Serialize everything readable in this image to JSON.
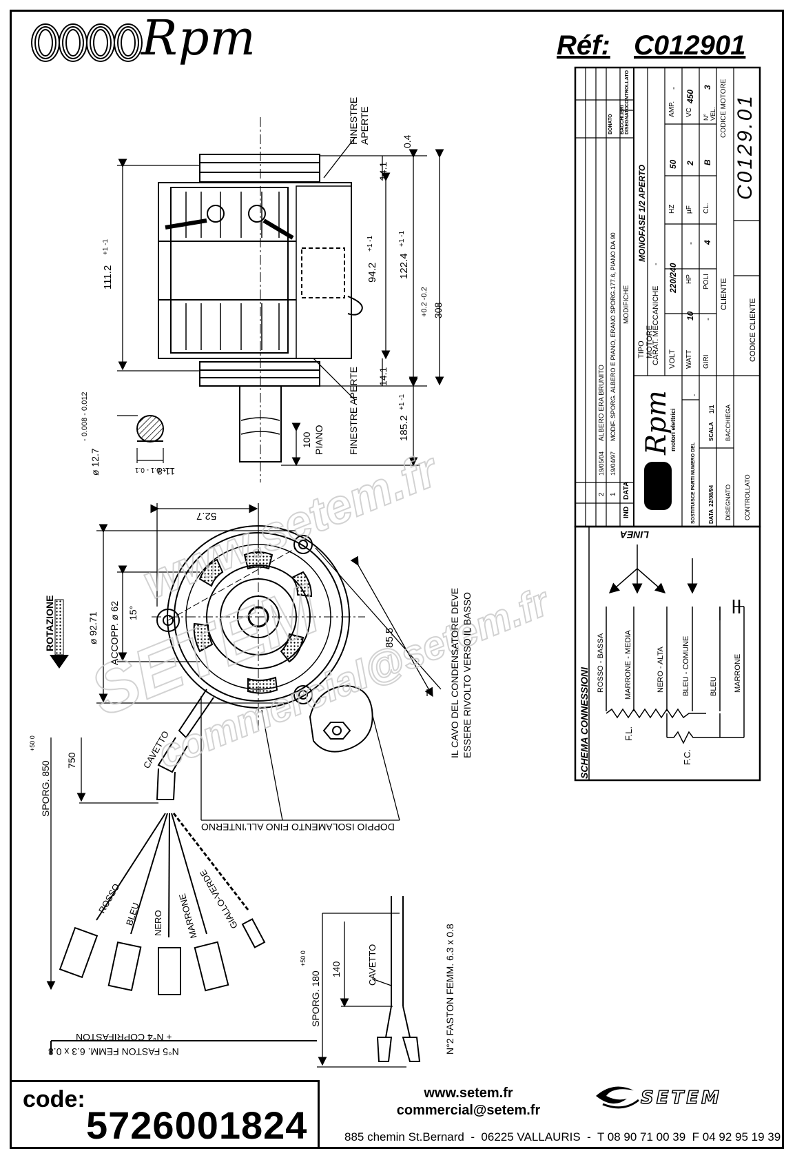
{
  "header": {
    "brand_logo": "Rpm",
    "reference_label": "Réf:",
    "reference_value": "C012901"
  },
  "drawing": {
    "top_view": {
      "finestre_aperte_top": "FINESTRE APERTE",
      "finestre_aperte_bottom": "FINESTRE APERTE",
      "dim_111": "111.2",
      "dim_111_tol": "+1 -1",
      "dim_94": "94.2",
      "dim_94_tol": "+1 -1",
      "dim_122": "122.4",
      "dim_122_tol": "+1 -1",
      "dim_308": "308",
      "dim_308_tol": "+0.2 -0.2",
      "dim_04": "0.4",
      "dim_14_top": "14.1",
      "dim_14_bottom": "14.1",
      "dim_185": "185.2",
      "dim_185_tol": "+1 -1",
      "dim_100": "100",
      "piano": "PIANO",
      "shaft_dia": "ø 12.7",
      "shaft_tol": "- 0.008 - 0.012",
      "flat_dim": "11.8",
      "flat_tol": "+ 0.1 - 0.1"
    },
    "front_view": {
      "rotazione": "ROTAZIONE",
      "dim_52": "52.7",
      "dim_92": "ø 92.71",
      "dim_62": "ACCOPP. ø 62",
      "angle_15": "15°",
      "dim_85": "85.5",
      "capacitor_note_1": "IL CAVO DEL CONDENSATORE DEVE",
      "capacitor_note_2": "ESSERE RIVOLTO VERSO IL BASSO",
      "isolamento_note": "DOPPIO ISOLAMENTO FINO ALL'INTERNO",
      "cavetto": "CAVETTO",
      "dim_750": "750",
      "sporg_850": "SPORG. 850",
      "sporg_850_tol": "+50 0",
      "wire_rosso": "ROSSO",
      "wire_bleu": "BLEU",
      "wire_nero": "NERO",
      "wire_marrone": "MARRONE",
      "wire_giallo": "GIALLO-VERDE",
      "faston_note": "N°5 FASTON FEMM. 6.3 x 0.8",
      "coprifaston_note": "+ N°4 COPRIFASTON"
    },
    "cap_view": {
      "sporg_180": "SPORG. 180",
      "sporg_180_tol": "+50 0",
      "dim_140": "140",
      "cavetto": "CAVETTO",
      "faston_note": "N°2 FASTON FEMM. 6.3 x 0.8"
    }
  },
  "title_block": {
    "revisions": [
      {
        "ind": "2",
        "data": "19/05/04",
        "modifiche": "ALBERO ERA BRUNITO"
      },
      {
        "ind": "1",
        "data": "19/04/97",
        "modifiche": "MODIF. SPORG. ALBERO E PIANO, ERANO SPORG.177.6, PIANO DA 90"
      }
    ],
    "col_ind": "IND",
    "col_data": "DATA",
    "col_modifiche": "MODIFICHE",
    "col_disegnato": "DISEGNATO",
    "col_bacchieri": "BACCHI.IERI",
    "col_controllato": "CONTROLLATO",
    "col_bonato": "BONATO",
    "tipo_motore_label": "TIPO MOTORE",
    "tipo_motore_value": "MONOFASE 1/2 APERTO",
    "carat_label": "CARAT. MECCANICHE",
    "carat_value": "-",
    "volt_label": "VOLT",
    "volt_value": "220/240",
    "hz_label": "HZ",
    "hz_value": "50",
    "amp_label": "AMP.",
    "amp_value": "-",
    "watt_label": "WATT",
    "watt_value": "10",
    "hp_label": "HP",
    "hp_value": "-",
    "uf_label": "µF",
    "uf_value": "2",
    "vc_label": "VC",
    "vc_value": "450",
    "giri_label": "GIRI",
    "giri_value": "-",
    "poli_label": "POLI",
    "poli_value": "4",
    "cl_label": "CL.",
    "cl_value": "B",
    "nvel_label": "N° VEL.",
    "nvel_value": "3",
    "cliente_label": "CLIENTE",
    "codice_motore_label": "CODICE MOTORE",
    "codice_motore_value": "C0129.01",
    "codice_cliente_label": "CODICE CLIENTE",
    "company_name": "Rpm",
    "company_sub": "motori elettrici",
    "sostituisce_label": "SOSTITUISCE PARTI NUMERO DEL",
    "sostituisce_value": "-",
    "data_label": "DATA",
    "data_value": "22/08/94",
    "scala_label": "SCALA",
    "scala_value": "1/1",
    "disegnato_label": "DISEGNATO",
    "disegnato_value": "BACCHIEGA",
    "controllato_label": "CONTROLLATO"
  },
  "schema": {
    "title": "SCHEMA CONNESSIONI",
    "linea": "LINEA",
    "w1": "ROSSO - BASSA",
    "w2": "MARRONE - MEDIA",
    "w3": "NERO - ALTA",
    "w4": "BLEU - COMUNE",
    "w5": "BLEU",
    "w6": "MARRONE",
    "fl": "F.L.",
    "fc": "F.C."
  },
  "watermarks": [
    "www.setem.fr",
    "SETEM",
    "commercial@setem.fr"
  ],
  "footer": {
    "code_label": "code:",
    "code_value": "5726001824",
    "website": "www.setem.fr",
    "email": "commercial@setem.fr",
    "address": "885 chemin St.Bernard  -  06225 VALLAURIS  -  T 08 90 71 00 39  F 04 92 95 19 39",
    "brand": "SETEM"
  }
}
